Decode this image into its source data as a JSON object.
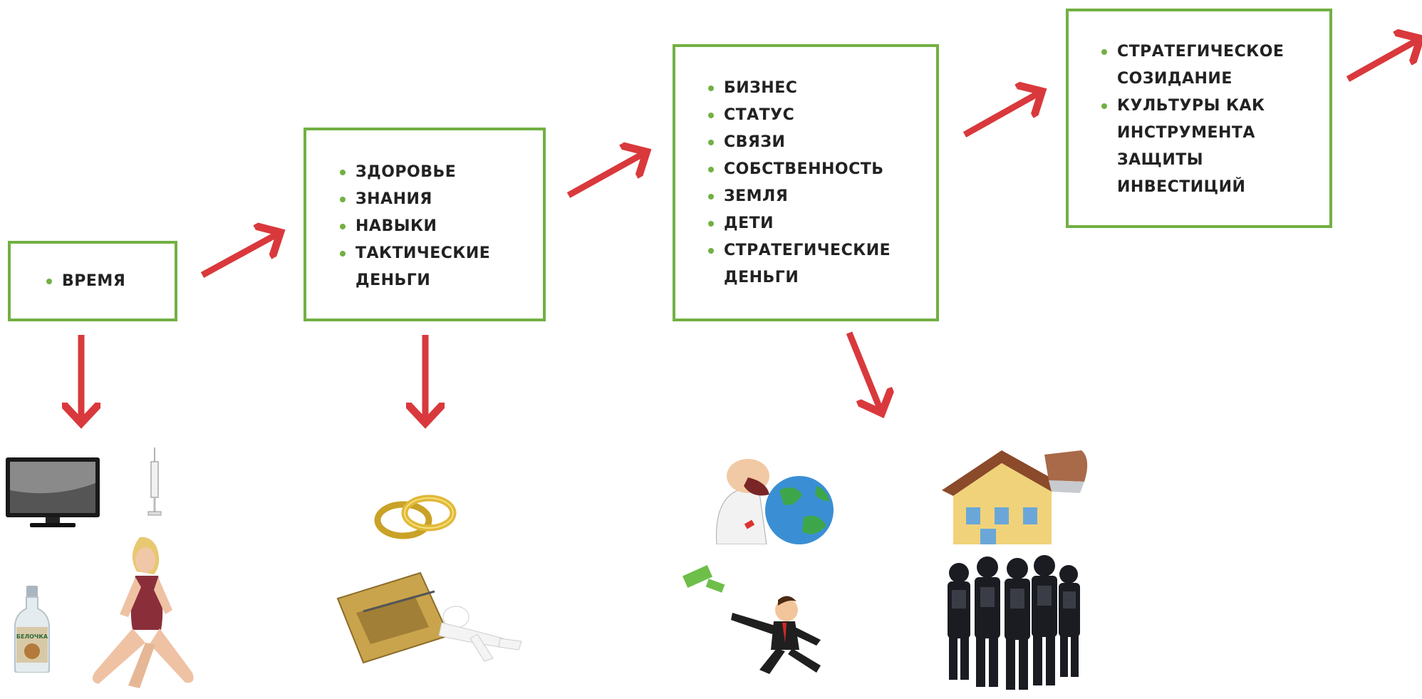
{
  "stages": [
    {
      "items": [
        "ВРЕМЯ"
      ]
    },
    {
      "items": [
        "ЗДОРОВЬЕ",
        "ЗНАНИЯ",
        "НАВЫКИ",
        "ТАКТИЧЕСКИЕ",
        "ДЕНЬГИ"
      ]
    },
    {
      "items": [
        "БИЗНЕС",
        "СТАТУС",
        "СВЯЗИ",
        "СОБСТВЕННОСТЬ",
        "ЗЕМЛЯ",
        "ДЕТИ",
        "СТРАТЕГИЧЕСКИЕ",
        "ДЕНЬГИ"
      ]
    },
    {
      "items": [
        "СТРАТЕГИЧЕСКОЕ",
        "СОЗИДАНИЕ",
        "КУЛЬТУРЫ КАК",
        "ИНСТРУМЕНТА",
        "ЗАЩИТЫ",
        "ИНВЕСТИЦИЙ"
      ]
    }
  ],
  "bulleted_lines": [
    [
      true
    ],
    [
      true,
      true,
      true,
      true,
      false
    ],
    [
      true,
      true,
      true,
      true,
      true,
      true,
      true,
      false
    ],
    [
      true,
      false,
      true,
      false,
      false,
      false
    ]
  ],
  "bottle_label": "БЕЛОЧКА",
  "colors": {
    "box_border": "#72b043",
    "bullet": "#72b043",
    "arrow": "#d9393c",
    "text": "#222222"
  },
  "illustrations": [
    "tv-icon",
    "syringe-icon",
    "vodka-bottle-icon",
    "woman-swimsuit-figure",
    "wedding-rings-icon",
    "mousetrap-figure",
    "businessman-eating-globe-figure",
    "running-businessman-figure",
    "house-saw-icon",
    "swat-team-figure"
  ]
}
